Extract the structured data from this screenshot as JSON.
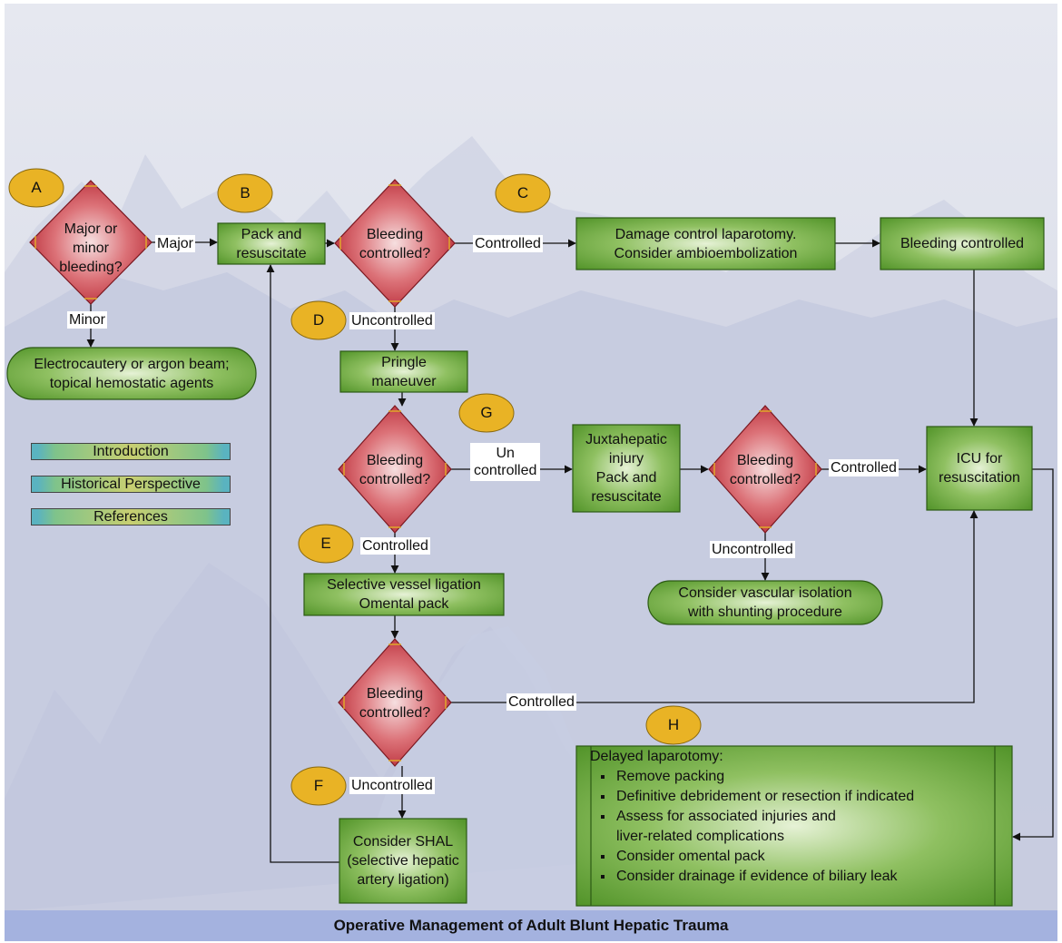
{
  "title": "Operative Management of Adult Blunt Hepatic Trauma",
  "colors": {
    "box_green": "#5a9a2c",
    "diamond_red": "#c5303b",
    "circle_gold": "#e9b325",
    "footer": "#a4b2df"
  },
  "markers": [
    "A",
    "B",
    "C",
    "D",
    "E",
    "F",
    "G",
    "H"
  ],
  "nodes": {
    "major_minor": "Major or\nminor\nbleeding?",
    "electrocautery": "Electrocautery or argon beam;\ntopical hemostatic agents",
    "pack_resuscitate": "Pack and\nresuscitate",
    "bleeding_q1": "Bleeding\ncontrolled?",
    "damage_control": "Damage control laparotomy.\nConsider ambioembolization",
    "bleeding_controlled": "Bleeding controlled",
    "pringle": "Pringle\nmaneuver",
    "bleeding_q2": "Bleeding\ncontrolled?",
    "juxtahepatic": "Juxtahepatic\ninjury\nPack and\nresuscitate",
    "bleeding_q3": "Bleeding\ncontrolled?",
    "icu": "ICU for\nresuscitation",
    "vascular_isolation": "Consider vascular isolation\nwith shunting procedure",
    "selective_ligation": "Selective vessel ligation\nOmental pack",
    "bleeding_q4": "Bleeding\ncontrolled?",
    "shal": "Consider SHAL\n(selective hepatic\nartery ligation)",
    "delayed_heading": "Delayed laparotomy:",
    "delayed_items": [
      "Remove packing",
      "Definitive debridement or resection if indicated",
      "Assess for associated injuries and\nliver-related complications",
      "Consider omental pack",
      "Consider drainage if evidence of biliary leak"
    ]
  },
  "edges": {
    "major": "Major",
    "minor": "Minor",
    "controlled_1": "Controlled",
    "uncontrolled_1": "Uncontrolled",
    "uncontrolled_2": "Un\ncontrolled",
    "controlled_2": "Controlled",
    "controlled_3": "Controlled",
    "uncontrolled_3": "Uncontrolled",
    "controlled_4": "Controlled",
    "uncontrolled_4": "Uncontrolled"
  },
  "nav": {
    "introduction": "Introduction",
    "historical": "Historical Perspective",
    "references": "References"
  }
}
